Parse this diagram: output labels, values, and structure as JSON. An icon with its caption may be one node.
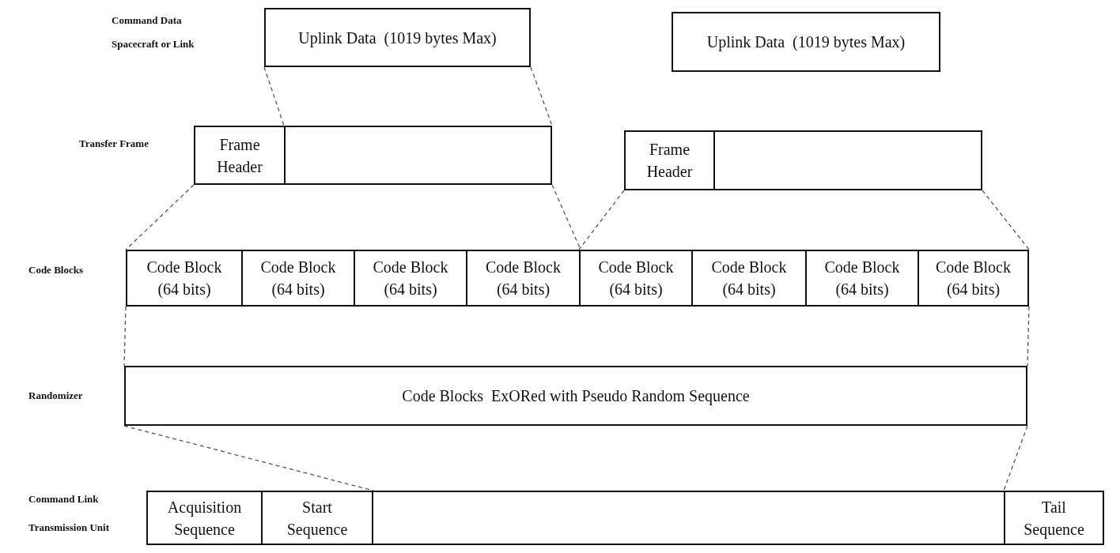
{
  "diagram": {
    "nodes": [
      {
        "text": [
          "Uplink Data  (1019 bytes Max)"
        ]
      },
      {
        "text": [
          "Uplink Data  (1019 bytes Max)"
        ]
      },
      {
        "text": [
          "Frame Header"
        ]
      },
      {
        "text": [],
        "shape": "box"
      },
      {
        "text": [
          "Frame Header"
        ]
      },
      {
        "text": [],
        "shape": "box"
      },
      {
        "text": [
          "Code Block (64 bits)"
        ]
      },
      {
        "text": [
          "Code Block (64 bits)"
        ]
      },
      {
        "text": [
          "Code Block (64 bits)"
        ]
      },
      {
        "text": [
          "Code Block (64 bits)"
        ]
      },
      {
        "text": [
          "Code Block (64 bits)"
        ]
      },
      {
        "text": [
          "Code Block (64 bits)"
        ]
      },
      {
        "text": [
          "Code Block (64 bits)"
        ]
      },
      {
        "text": [
          "Code Block (64 bits)"
        ]
      },
      {
        "text": [
          "Code Blocks  ExORed with Pseudo Random Sequence"
        ]
      },
      {
        "text": [
          "Acquisition Sequence"
        ]
      },
      {
        "text": [
          "Start Sequence"
        ]
      },
      {
        "text": [],
        "shape": "box"
      },
      {
        "text": [
          "Tail Sequence"
        ]
      }
    ],
    "edges": [
      {
        "from": 0,
        "to": 3,
        "arrow": "none",
        "style": "dashed"
      },
      {
        "from": 0,
        "to": 3,
        "arrow": "none",
        "style": "dashed"
      },
      {
        "from": 2,
        "to": 6,
        "arrow": "none",
        "style": "dashed"
      },
      {
        "from": 3,
        "to": 9,
        "arrow": "none",
        "style": "dashed"
      },
      {
        "from": 4,
        "to": 10,
        "arrow": "none",
        "style": "dashed"
      },
      {
        "from": 5,
        "to": 13,
        "arrow": "none",
        "style": "dashed"
      },
      {
        "from": 6,
        "to": 14,
        "arrow": "none",
        "style": "dashed"
      },
      {
        "from": 13,
        "to": 14,
        "arrow": "none",
        "style": "dashed"
      },
      {
        "from": 14,
        "to": 16,
        "arrow": "none",
        "style": "dashed"
      },
      {
        "from": 14,
        "to": 18,
        "arrow": "none",
        "style": "dashed"
      }
    ],
    "labels": [
      "Command Data",
      "Spacecraft or Link",
      "Transfer Frame",
      "Code Blocks",
      "Randomizer",
      "Command Link",
      "Transmission Unit"
    ]
  }
}
